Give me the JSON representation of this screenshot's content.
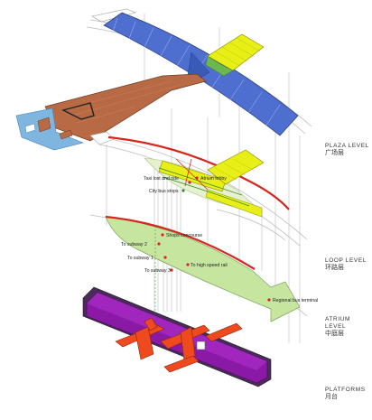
{
  "levels": [
    {
      "en": "PLAZA LEVEL",
      "zh": "广场层"
    },
    {
      "en": "LOOP LEVEL",
      "zh": "环路层"
    },
    {
      "en": "ATRIUM LEVEL",
      "zh": "中庭层"
    },
    {
      "en": "PLATFORMS",
      "zh": "月台"
    }
  ],
  "callouts": {
    "taxi": "Taxi lost and ride",
    "atrium_lobby": "Atrium lobby",
    "city_bus": "City bus stops",
    "shops": "Shops concourse",
    "subway2": "To subway 2",
    "subway1": "To subway 1",
    "high_speed": "To high speed rail",
    "subway3": "To subway 3",
    "regional_bus": "Regional bus terminal"
  },
  "colors": {
    "glass": "#4f6fd0",
    "yellow": "#e8ef16",
    "wood": "#b86a44",
    "water": "#7fb6e0",
    "red": "#d8261e",
    "green": "#c6e6a0",
    "purple": "#8a1aa6",
    "orange": "#ee4a1e"
  }
}
